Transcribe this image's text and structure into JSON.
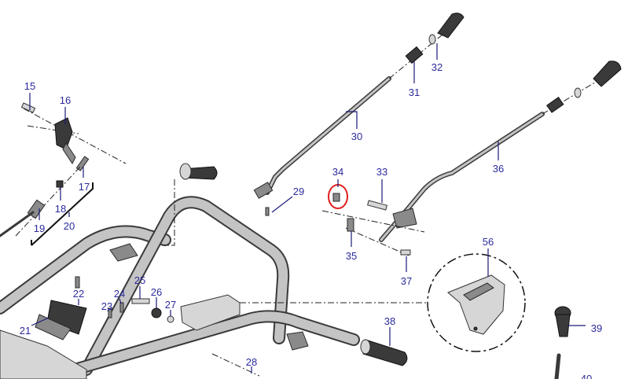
{
  "diagram": {
    "title": "Handle and control lever assembly (exploded parts diagram)",
    "label_color": "#2b2b9c",
    "highlight_color": "#e02020",
    "highlighted_part": "34",
    "labels": {
      "p15": "15",
      "p16": "16",
      "p17": "17",
      "p18": "18",
      "p19": "19",
      "p20": "20",
      "p21": "21",
      "p22": "22",
      "p23": "23",
      "p24": "24",
      "p25": "25",
      "p26": "26",
      "p27": "27",
      "p28": "28",
      "p29": "29",
      "p30": "30",
      "p31": "31",
      "p32": "32",
      "p33": "33",
      "p34": "34",
      "p35": "35",
      "p36": "36",
      "p37": "37",
      "p38": "38",
      "p39": "39",
      "p40": "40",
      "p56": "56"
    }
  }
}
